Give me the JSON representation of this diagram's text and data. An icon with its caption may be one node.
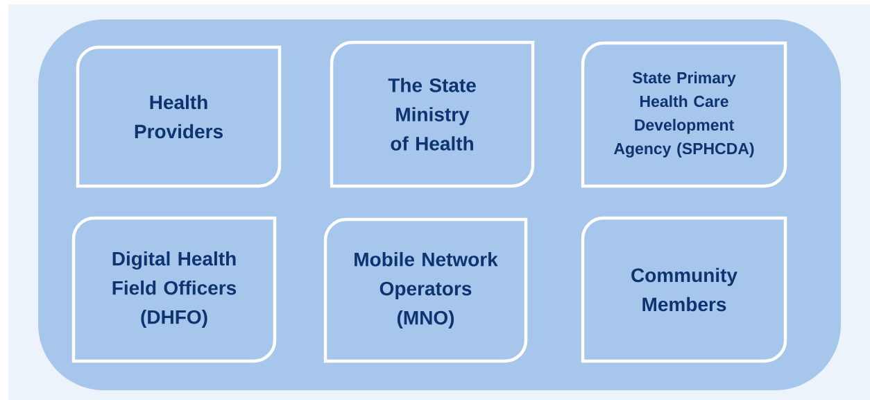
{
  "diagram": {
    "nodes": [
      {
        "text": [],
        "shape": "box"
      },
      {
        "text": [
          "Health Providers"
        ],
        "in": 0
      },
      {
        "text": [
          "The State Ministry of Health"
        ],
        "in": 0
      },
      {
        "text": [
          "State Primary Health Care Development Agency (SPHCDA)"
        ],
        "in": 0
      },
      {
        "text": [
          "Digital Health Field Officers (DHFO)"
        ],
        "in": 0
      },
      {
        "text": [
          "Mobile Network Operators (MNO)"
        ],
        "in": 0
      },
      {
        "text": [
          "Community Members"
        ],
        "in": 0
      }
    ]
  }
}
